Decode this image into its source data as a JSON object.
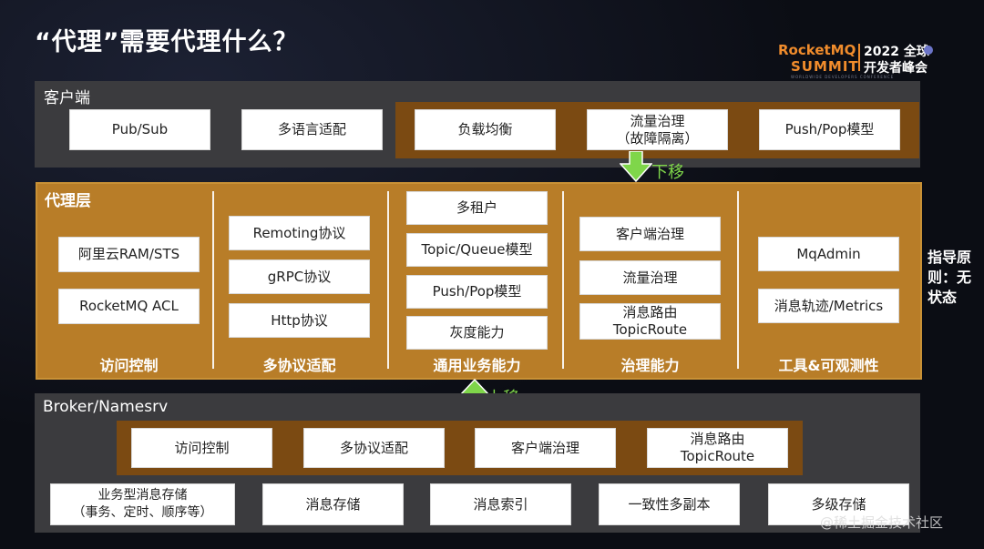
{
  "title": "“代理”需要代理什么？",
  "logo": {
    "brand": "RocketMQ",
    "summit": "SUMMIT",
    "event_line1": "2022 全球",
    "event_line2": "开发者峰会",
    "tagline": "WORLDWIDE DEVELOPERS CONFERENCE"
  },
  "client_layer": {
    "label": "客户端",
    "items": [
      "Pub/Sub",
      "多语言适配",
      "负载均衡",
      "流量治理\n（故障隔离）",
      "Push/Pop模型"
    ]
  },
  "arrow_down_label": "下移",
  "proxy_layer": {
    "label": "代理层",
    "columns": [
      {
        "title": "访问控制",
        "items": [
          "阿里云RAM/STS",
          "RocketMQ ACL"
        ]
      },
      {
        "title": "多协议适配",
        "items": [
          "Remoting协议",
          "gRPC协议",
          "Http协议"
        ]
      },
      {
        "title": "通用业务能力",
        "items": [
          "多租户",
          "Topic/Queue模型",
          "Push/Pop模型",
          "灰度能力"
        ]
      },
      {
        "title": "治理能力",
        "items": [
          "客户端治理",
          "流量治理",
          "消息路由\nTopicRoute"
        ]
      },
      {
        "title": "工具&可观测性",
        "items": [
          "MqAdmin",
          "消息轨迹/Metrics"
        ]
      }
    ]
  },
  "side_note": "指导原则：无状态",
  "arrow_up_label": "上移",
  "broker_layer": {
    "label": "Broker/Namesrv",
    "group_items": [
      "访问控制",
      "多协议适配",
      "客户端治理",
      "消息路由\nTopicRoute"
    ],
    "bottom_items": [
      "业务型消息存储\n（事务、定时、顺序等）",
      "消息存储",
      "消息索引",
      "一致性多副本",
      "多级存储"
    ]
  },
  "watermark": "@稀土掘金技术社区",
  "colors": {
    "proxy": "#b87d28",
    "group": "#7b4a12",
    "layer": "#3b3b3e",
    "arrow": "#7fd64a",
    "brand": "#f08c2c"
  },
  "icons": [
    "arrow-down-icon",
    "arrow-up-icon"
  ]
}
